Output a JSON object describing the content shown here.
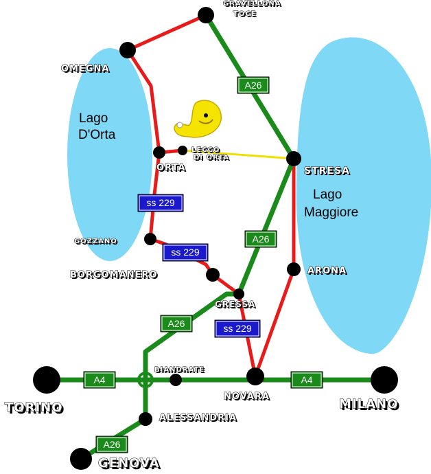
{
  "lakes": {
    "orta": [
      "Lago",
      "D'Orta"
    ],
    "maggiore": [
      "Lago",
      "Maggiore"
    ]
  },
  "roads": {
    "a26": "A26",
    "a4": "A4",
    "ss229": "ss 229"
  },
  "cities": {
    "gravellona": [
      "GRAVELLONA",
      "TOCE"
    ],
    "omegna": "OMEGNA",
    "lecco_di_orta": [
      "LECCO",
      "DI ORTA"
    ],
    "orta": "ORTA",
    "stresa": "STRESA",
    "gozzano": "GOZZANO",
    "borgomanero": "BORGOMANERO",
    "arona": "ARONA",
    "gressa": "GRESSA",
    "biandrate": "BIANDRATE",
    "torino": "TORINO",
    "novara": "NOVARA",
    "milano": "MILANO",
    "alessandria": "ALESSANDRIA",
    "genova": "GENOVA"
  },
  "colors": {
    "lake": "#7fd8f5",
    "motorway": "#1a8a1a",
    "state_road": "#e81a1a",
    "lake_road": "#f0e000",
    "a_badge": "#1a8a1a",
    "ss_badge": "#1a1acc"
  },
  "icons": {
    "mascot": "yellow-duck-logo"
  }
}
